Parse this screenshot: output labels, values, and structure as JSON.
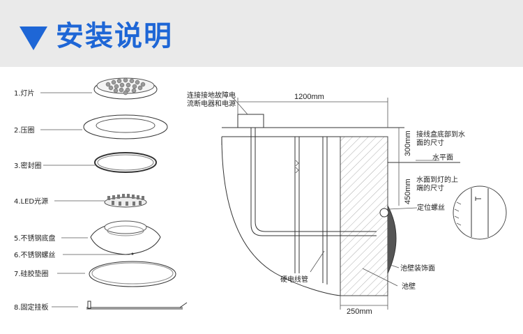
{
  "header": {
    "title": "安装说明",
    "accent": "#1e66d6",
    "background": "#eaeaea"
  },
  "parts": [
    {
      "label": "1.灯片"
    },
    {
      "label": "2.压圈"
    },
    {
      "label": "3.密封圈"
    },
    {
      "label": "4.LED光源"
    },
    {
      "label": "5.不锈钢底盘"
    },
    {
      "label": "6.不锈钢螺丝"
    },
    {
      "label": "7.硅胶垫圈"
    },
    {
      "label": "8.固定挂板"
    }
  ],
  "install": {
    "box_label_line1": "连接接地故障电",
    "box_label_line2": "流断电器和电源",
    "width_1200": "1200mm",
    "depth_300": "300mm",
    "depth_450": "450mm",
    "width_250": "250mm",
    "junction_note_line1": "接线盒底部到水",
    "junction_note_line2": "面的尺寸",
    "water_level": "水平面",
    "lamp_note_line1": "水面到灯的上",
    "lamp_note_line2": "端的尺寸",
    "screw_label": "定位螺丝",
    "conduit_label": "硬电线管",
    "wall_trim_label": "池壁装饰面",
    "wall_label": "池壁"
  }
}
